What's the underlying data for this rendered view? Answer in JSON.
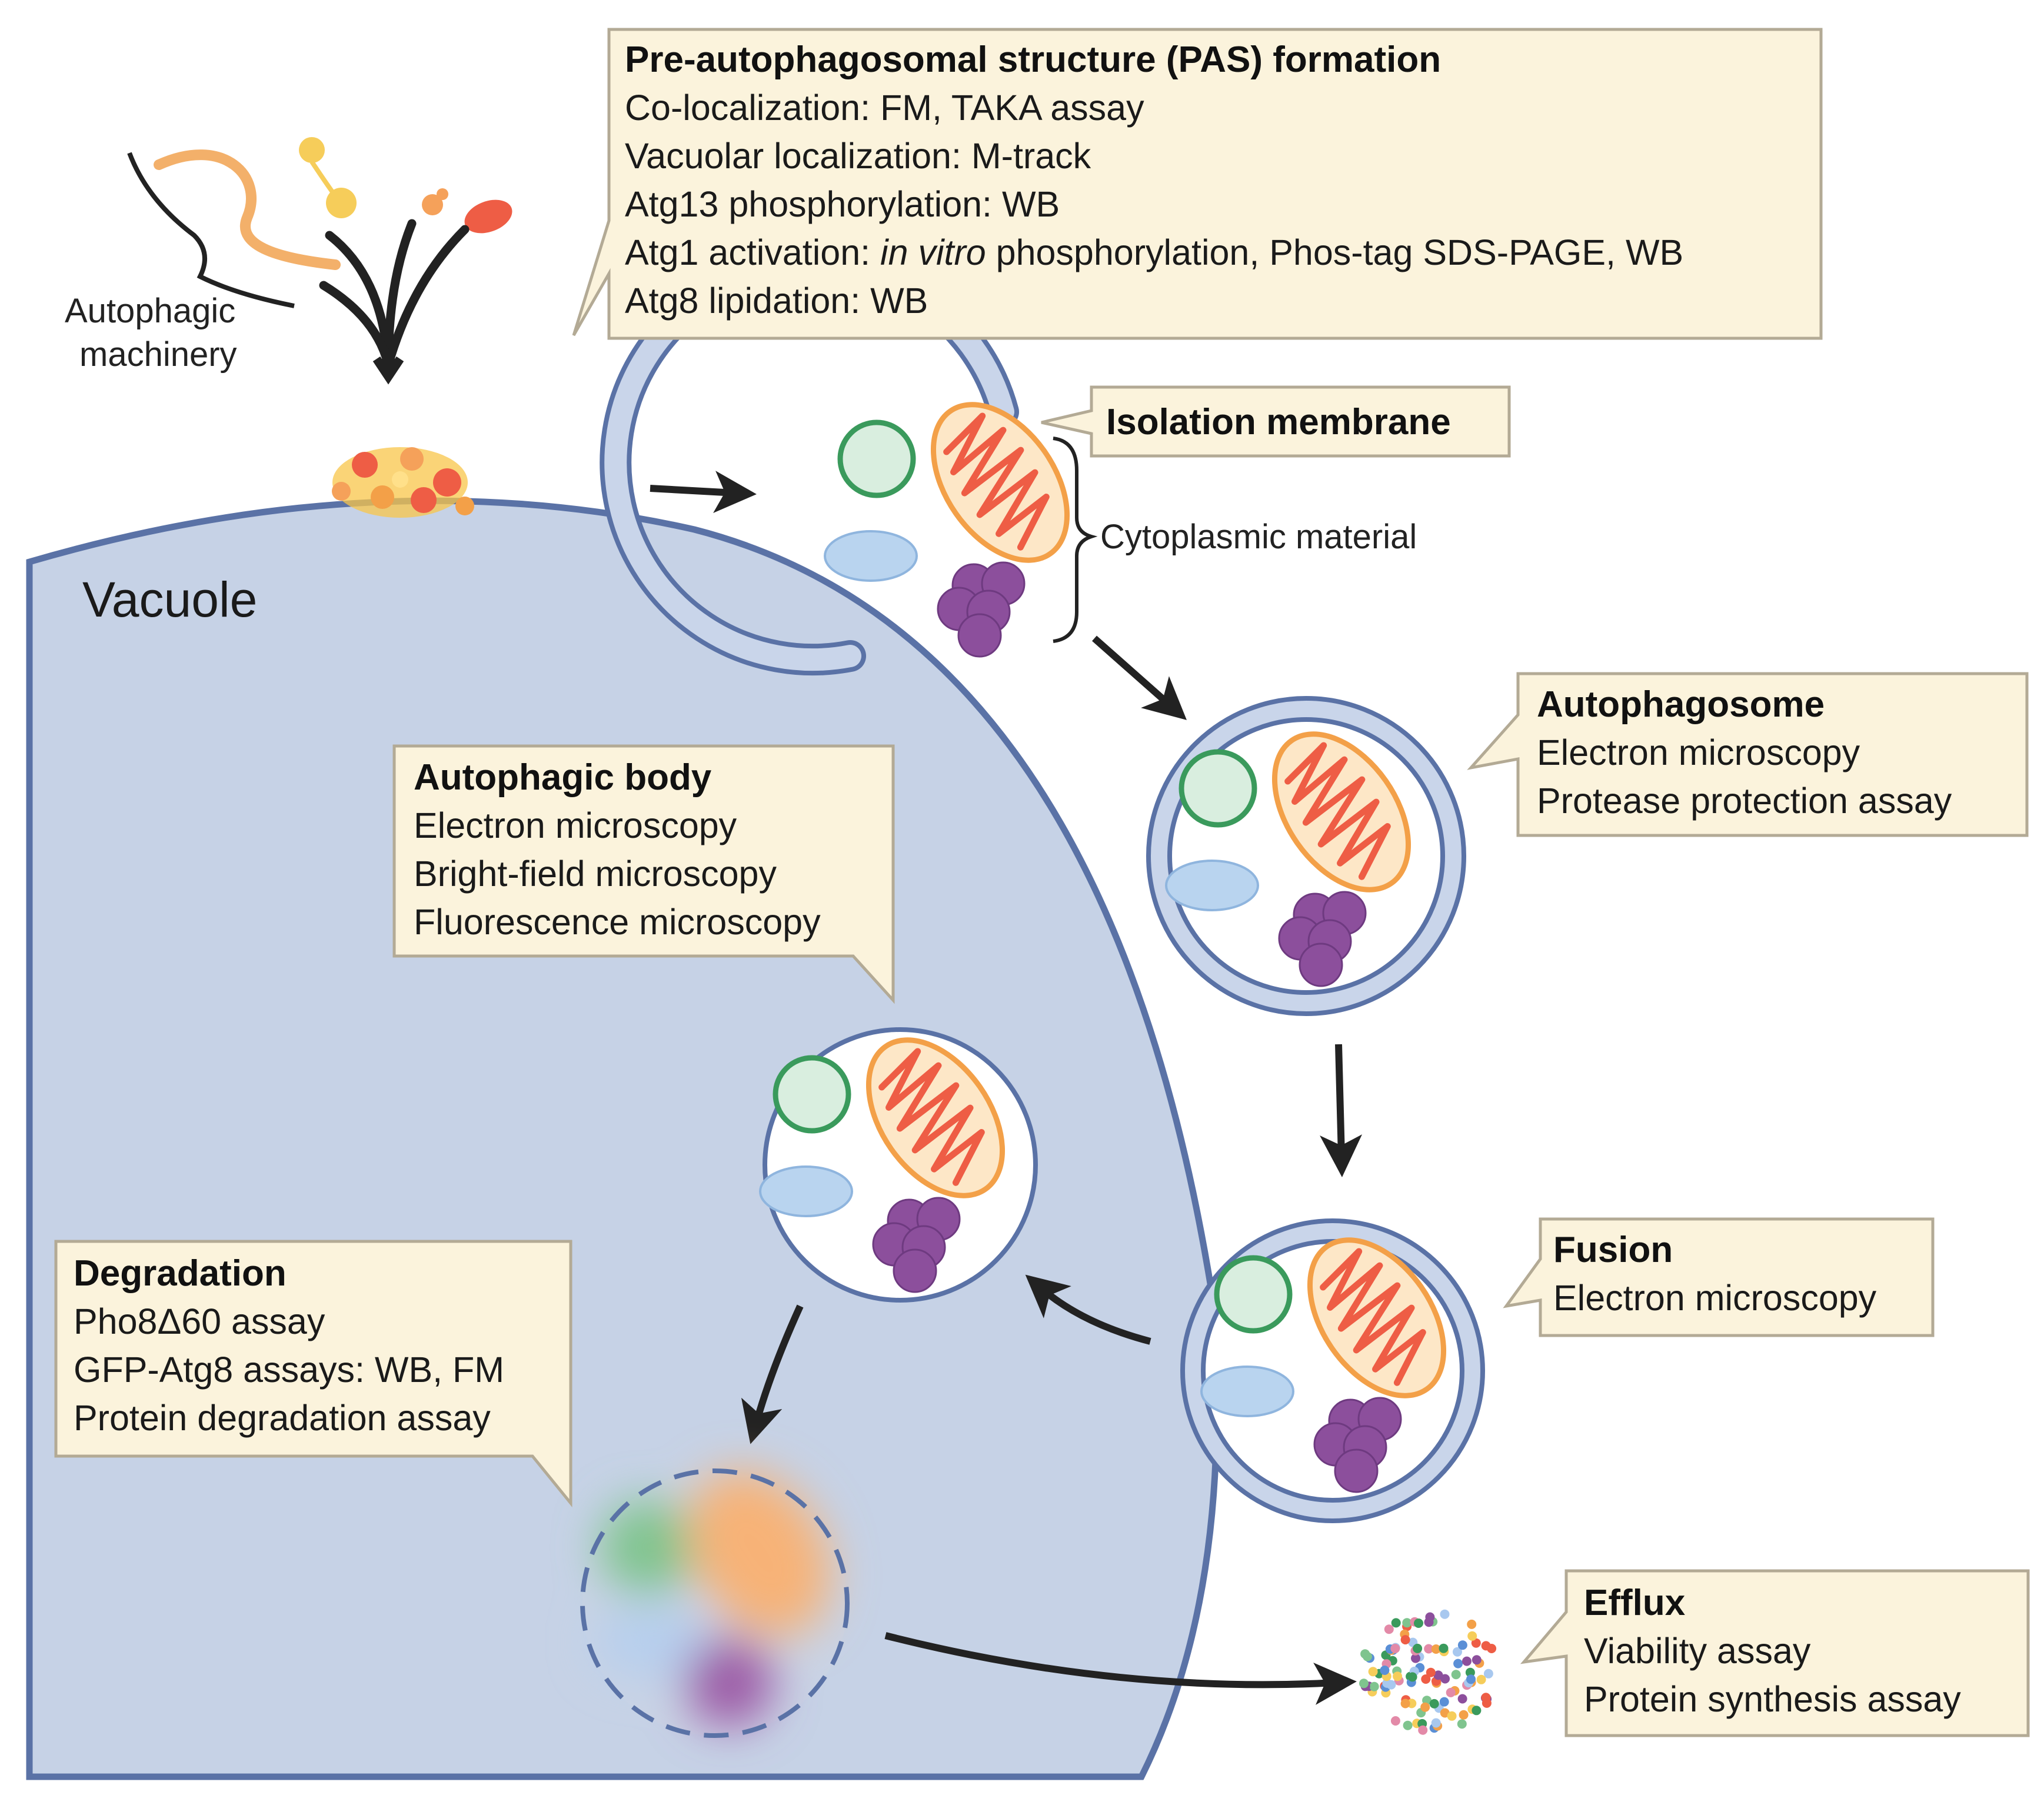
{
  "colors": {
    "vacuole_fill": "#c6d2e6",
    "vacuole_stroke": "#5a72a6",
    "membrane_fill": "#c9d5ea",
    "membrane_stroke": "#5a72a6",
    "callout_fill": "#fbf3dc",
    "callout_stroke": "#b3aa95",
    "arrow": "#222222",
    "green_organelle": "#d9eedf",
    "green_stroke": "#3a9a5c",
    "blue_organelle": "#b9d4ef",
    "mito_fill": "#fde7c7",
    "mito_stroke": "#f3a048",
    "mito_cristae": "#ee5d45",
    "purple": "#8c4f9c"
  },
  "labels": {
    "machinery_line1": "Autophagic",
    "machinery_line2": "machinery",
    "vacuole": "Vacuole",
    "cytoplasmic_material": "Cytoplasmic material"
  },
  "callouts": {
    "pas": {
      "title": "Pre-autophagosomal structure (PAS) formation",
      "lines": [
        "Co-localization: FM, TAKA assay",
        "Vacuolar localization: M-track",
        "Atg13 phosphorylation: WB"
      ],
      "atg1_prefix": "Atg1 activation: ",
      "atg1_italic": "in vitro",
      "atg1_suffix": " phosphorylation, Phos-tag SDS-PAGE, WB",
      "last_line": "Atg8 lipidation: WB"
    },
    "isolation_membrane": {
      "title": "Isolation membrane"
    },
    "autophagosome": {
      "title": "Autophagosome",
      "lines": [
        "Electron microscopy",
        "Protease protection assay"
      ]
    },
    "autophagic_body": {
      "title": "Autophagic body",
      "lines": [
        "Electron microscopy",
        "Bright-field microscopy",
        "Fluorescence microscopy"
      ]
    },
    "fusion": {
      "title": "Fusion",
      "lines": [
        "Electron microscopy"
      ]
    },
    "degradation": {
      "title": "Degradation",
      "lines": [
        "Pho8Δ60 assay",
        "GFP-Atg8 assays: WB, FM",
        "Protein degradation assay"
      ]
    },
    "efflux": {
      "title": "Efflux",
      "lines": [
        "Viability assay",
        "Protein synthesis assay"
      ]
    }
  }
}
